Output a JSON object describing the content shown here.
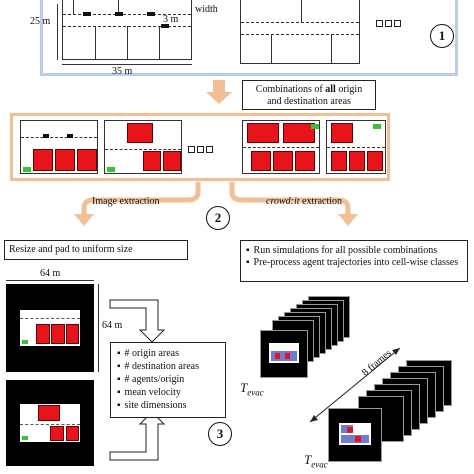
{
  "top": {
    "width_label": "width",
    "dim_25m": "25 m",
    "dim_35m": "35 m",
    "dim_3m": "3 m",
    "step": "1"
  },
  "combo": {
    "label_line1_pre": "Combinations of ",
    "label_line1_bold": "all",
    "label_line1_post": " origin",
    "label_line2": "and destination areas"
  },
  "extract": {
    "left_label": "Image extraction",
    "right_label_italic": "crowd:it",
    "right_label_rest": " extraction",
    "step": "2"
  },
  "left": {
    "resize_label": "Resize and pad to uniform size",
    "dim_64m_top": "64 m",
    "dim_64m_side": "64 m",
    "features": [
      "# origin areas",
      "# destination areas",
      "# agents/origin",
      "mean velocity",
      "site dimensions"
    ],
    "step": "3"
  },
  "right": {
    "bullets": [
      "Run simulations for all possible combinations",
      "Pre-process agent trajectories into cell-wise classes"
    ],
    "frames_label": "8 frames",
    "tevac_1": "T",
    "tevac_2": "T",
    "tevac_sub": "evac"
  },
  "colors": {
    "blue_frame": "#b7cde8",
    "orange_arrow": "#f2bf94",
    "red": "#e8141b",
    "green": "#38c23a"
  }
}
